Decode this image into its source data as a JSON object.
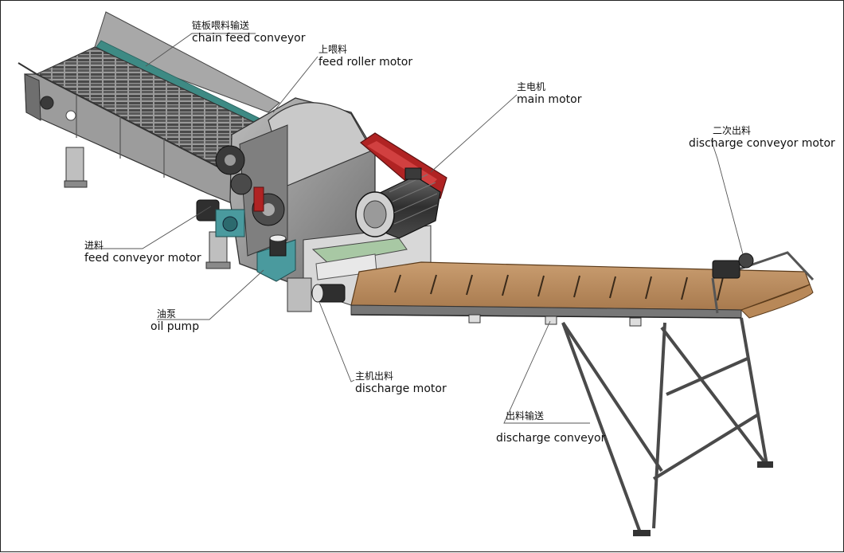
{
  "labels": {
    "chain_feed_conveyor": {
      "zh": "链板喂料输送",
      "en": "chain feed conveyor"
    },
    "feed_roller_motor": {
      "zh": "上喂料",
      "en": "feed roller motor"
    },
    "main_motor": {
      "zh": "主电机",
      "en": "main motor"
    },
    "discharge_conveyor_motor": {
      "zh": "二次出料",
      "en": "discharge conveyor motor"
    },
    "feed_conveyor_motor": {
      "zh": "进料",
      "en": "feed conveyor motor"
    },
    "oil_pump": {
      "zh": "油泵",
      "en": "oil pump"
    },
    "discharge_motor": {
      "zh": "主机出料",
      "en": "discharge motor"
    },
    "discharge_conveyor": {
      "zh": "出料输送",
      "en": "discharge conveyor"
    }
  },
  "colors": {
    "frame_gray": "#8d8d8d",
    "dark_steel": "#3a3a3a",
    "teal_strip": "#3e8a84",
    "belt_guard_red": "#b02323",
    "belt_brown": "#bf9164",
    "pump_teal": "#4a9a9e"
  }
}
